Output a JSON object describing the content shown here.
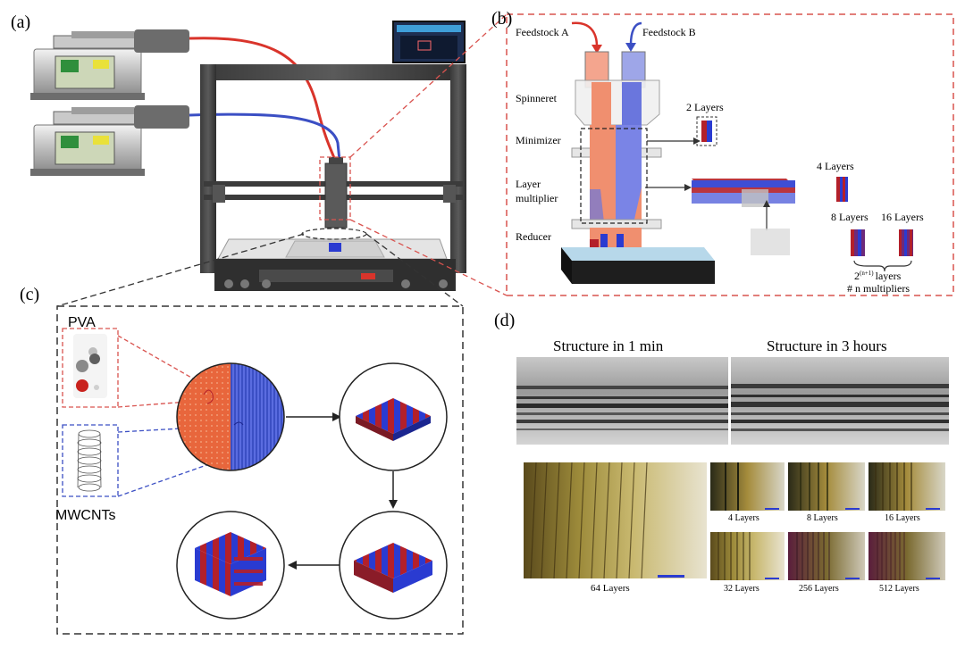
{
  "panels": {
    "a": "(a)",
    "b": "(b)",
    "c": "(c)",
    "d": "(d)"
  },
  "panel_b": {
    "feedstock_a": "Feedstock A",
    "feedstock_b": "Feedstock B",
    "spinneret": "Spinneret",
    "minimizer": "Minimizer",
    "layer_multiplier_1": "Layer",
    "layer_multiplier_2": "multiplier",
    "reducer": "Reducer",
    "two_layers": "2 Layers",
    "four_layers": "4 Layers",
    "eight_layers": "8 Layers",
    "sixteen_layers": "16 Layers",
    "formula_base": "2",
    "formula_exp": "(n+1)",
    "formula_rest": "layers",
    "multipliers": "# n multipliers"
  },
  "panel_c": {
    "pva": "PVA",
    "mwcnts": "MWCNTs"
  },
  "panel_d": {
    "structure_1min": "Structure in 1 min",
    "structure_3h": "Structure in 3 hours",
    "micrographs": [
      "64 Layers",
      "4 Layers",
      "8 Layers",
      "16 Layers",
      "32 Layers",
      "256 Layers",
      "512 Layers"
    ]
  },
  "colors": {
    "red_feed": "#d9342b",
    "blue_feed": "#3b4fc4",
    "dashed_red": "#d9534f",
    "layer_red": "#b3202a",
    "layer_blue": "#2a3bd1"
  }
}
